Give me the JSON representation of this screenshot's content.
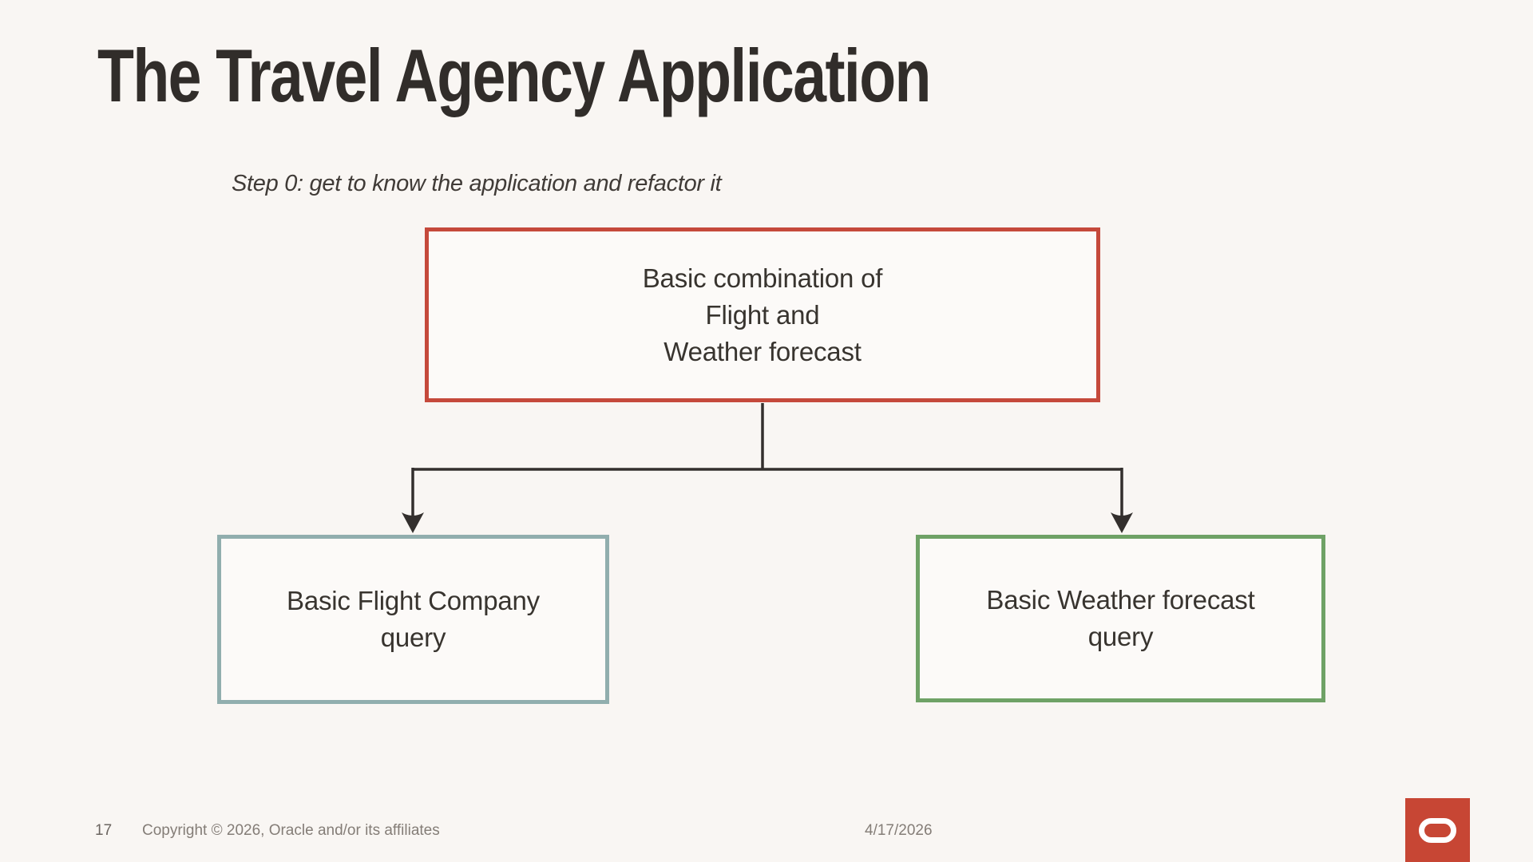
{
  "slide": {
    "title": "The Travel Agency Application",
    "subtitle": "Step 0: get to know the application and refactor it"
  },
  "diagram": {
    "root_box": {
      "lines": [
        "Basic combination of",
        "Flight and",
        "Weather forecast"
      ]
    },
    "left_box": {
      "lines": [
        "Basic Flight Company",
        "query"
      ]
    },
    "right_box": {
      "lines": [
        "Basic Weather forecast",
        "query"
      ]
    }
  },
  "footer": {
    "page_number": "17",
    "copyright": "Copyright © 2026, Oracle and/or its affiliates",
    "date": "4/17/2026"
  },
  "logo": {
    "name": "oracle-logo"
  },
  "colors": {
    "page_bg": "#F9F6F3",
    "box_fill": "#FCFAF8",
    "title_text": "#312D2A",
    "subtitle_text": "#403B37",
    "box_text": "#38342F",
    "connector": "#332F2D",
    "red_box_border": "#C5493B",
    "teal_box_border": "#91AEAE",
    "green_box_border": "#6FA266",
    "footer_text": "#847D77",
    "page_number_text": "#6B6560",
    "logo_bg": "#C74634",
    "logo_mark": "#FFFFFF"
  }
}
